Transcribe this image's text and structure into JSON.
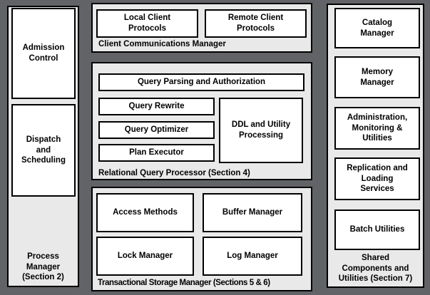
{
  "colors": {
    "page_background": "#626366",
    "container_fill": "#e9e9e9",
    "box_fill": "#ffffff",
    "border": "#000000",
    "text": "#000000"
  },
  "process_manager": {
    "label": "Process\nManager\n(Section 2)",
    "admission_control": "Admission\nControl",
    "dispatch_scheduling": "Dispatch\nand\nScheduling"
  },
  "client_comm": {
    "label": "Client Communications Manager",
    "local_protocols": "Local Client\nProtocols",
    "remote_protocols": "Remote Client\nProtocols"
  },
  "query_processor": {
    "label": "Relational Query Processor (Section 4)",
    "parsing": "Query Parsing and Authorization",
    "rewrite": "Query Rewrite",
    "optimizer": "Query Optimizer",
    "executor": "Plan Executor",
    "ddl": "DDL and Utility\nProcessing"
  },
  "storage_manager": {
    "label": "Transactional Storage Manager (Sections 5 & 6)",
    "access_methods": "Access Methods",
    "buffer_manager": "Buffer Manager",
    "lock_manager": "Lock Manager",
    "log_manager": "Log Manager"
  },
  "shared_components": {
    "label": "Shared\nComponents and\nUtilities (Section 7)",
    "catalog_manager": "Catalog\nManager",
    "memory_manager": "Memory\nManager",
    "admin_monitoring": "Administration,\nMonitoring &\nUtilities",
    "replication_loading": "Replication and\nLoading\nServices",
    "batch_utilities": "Batch Utilities"
  }
}
